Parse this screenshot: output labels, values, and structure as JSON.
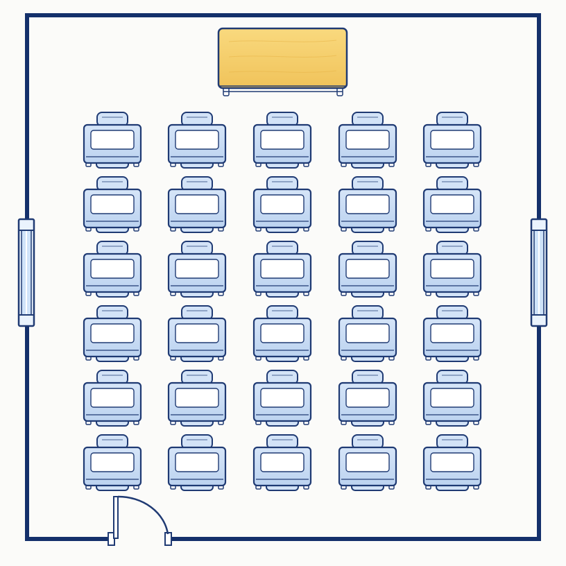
{
  "room": {
    "layout": {
      "rows": 6,
      "columns": 5
    },
    "colors": {
      "wall": "#14306b",
      "desk_fill": "#c9dcf4",
      "desk_stroke": "#1f3a73",
      "desk_top": "#ffffff",
      "teacher_desk_fill": "#f6cf6a",
      "teacher_desk_stroke": "#1f3a73",
      "window_fill": "#d7e9fb",
      "floor": "#fbfbf9"
    },
    "features": {
      "teacher_desk": "teacher-desk",
      "left_window": "window",
      "right_window": "window",
      "door": "door-swing"
    }
  }
}
